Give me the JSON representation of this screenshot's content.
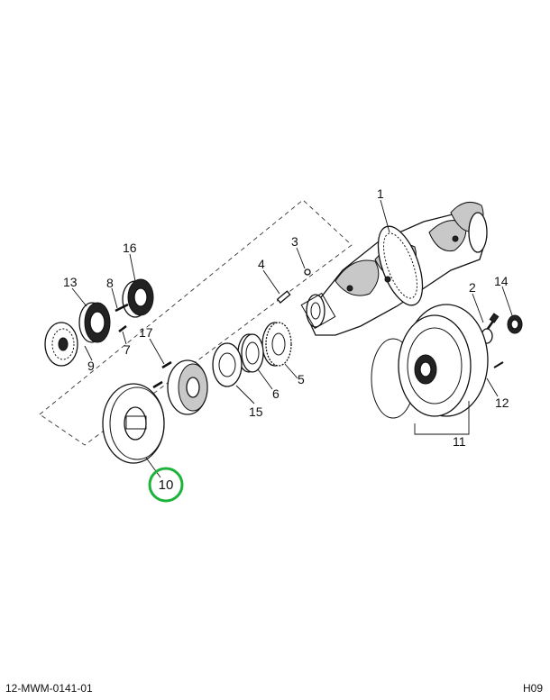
{
  "callouts": [
    {
      "id": "1",
      "label": "1"
    },
    {
      "id": "2",
      "label": "2"
    },
    {
      "id": "3",
      "label": "3"
    },
    {
      "id": "4",
      "label": "4"
    },
    {
      "id": "5",
      "label": "5"
    },
    {
      "id": "6",
      "label": "6"
    },
    {
      "id": "7",
      "label": "7"
    },
    {
      "id": "8",
      "label": "8"
    },
    {
      "id": "9",
      "label": "9"
    },
    {
      "id": "10",
      "label": "10"
    },
    {
      "id": "11",
      "label": "11"
    },
    {
      "id": "12",
      "label": "12"
    },
    {
      "id": "13",
      "label": "13"
    },
    {
      "id": "14",
      "label": "14"
    },
    {
      "id": "15",
      "label": "15"
    },
    {
      "id": "16",
      "label": "16"
    },
    {
      "id": "17",
      "label": "17"
    }
  ],
  "highlight": {
    "callout": "10",
    "color": "#1db33a"
  },
  "footer": {
    "left": "12-MWM-0141-01",
    "right": "H09"
  }
}
